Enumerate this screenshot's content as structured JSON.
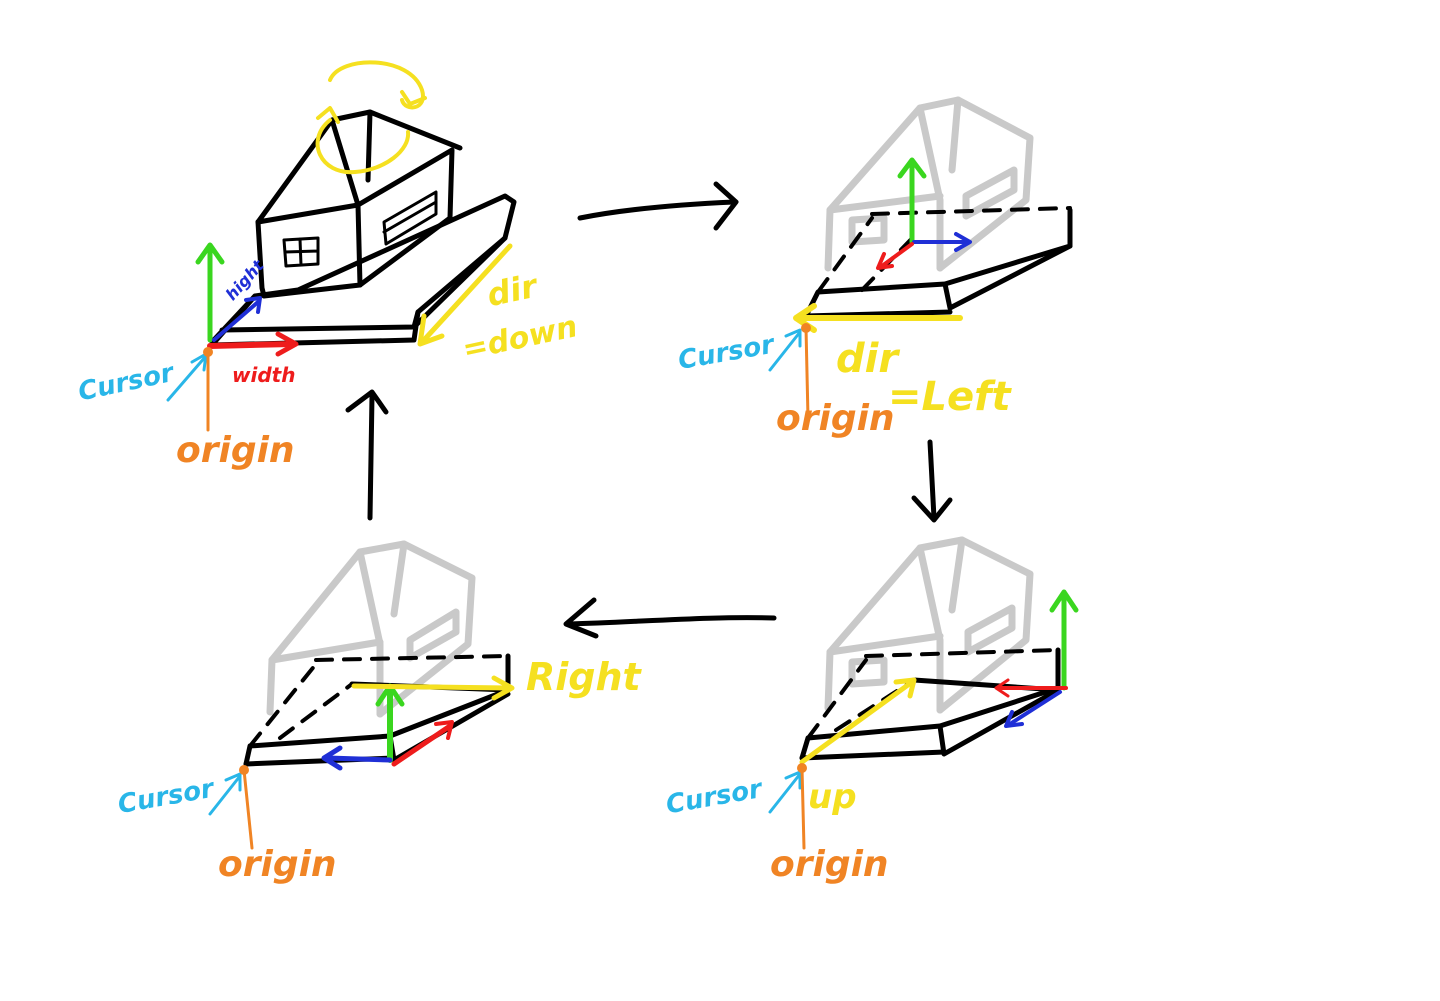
{
  "colors": {
    "ink": "#000000",
    "ghost": "#c9c9c9",
    "yellow": "#f5e020",
    "green": "#3ad61f",
    "blue": "#1f2fd6",
    "red": "#ee1c1c",
    "cyan": "#29b6e8",
    "orange": "#f08424"
  },
  "labels": {
    "cursor": "Cursor",
    "origin": "origin",
    "width": "width",
    "hight": "hight",
    "dir_down_1": "dir",
    "dir_down_2": "=down",
    "dir_left_1": "dir",
    "dir_left_2": "=Left",
    "up": "up",
    "right": "Right"
  }
}
